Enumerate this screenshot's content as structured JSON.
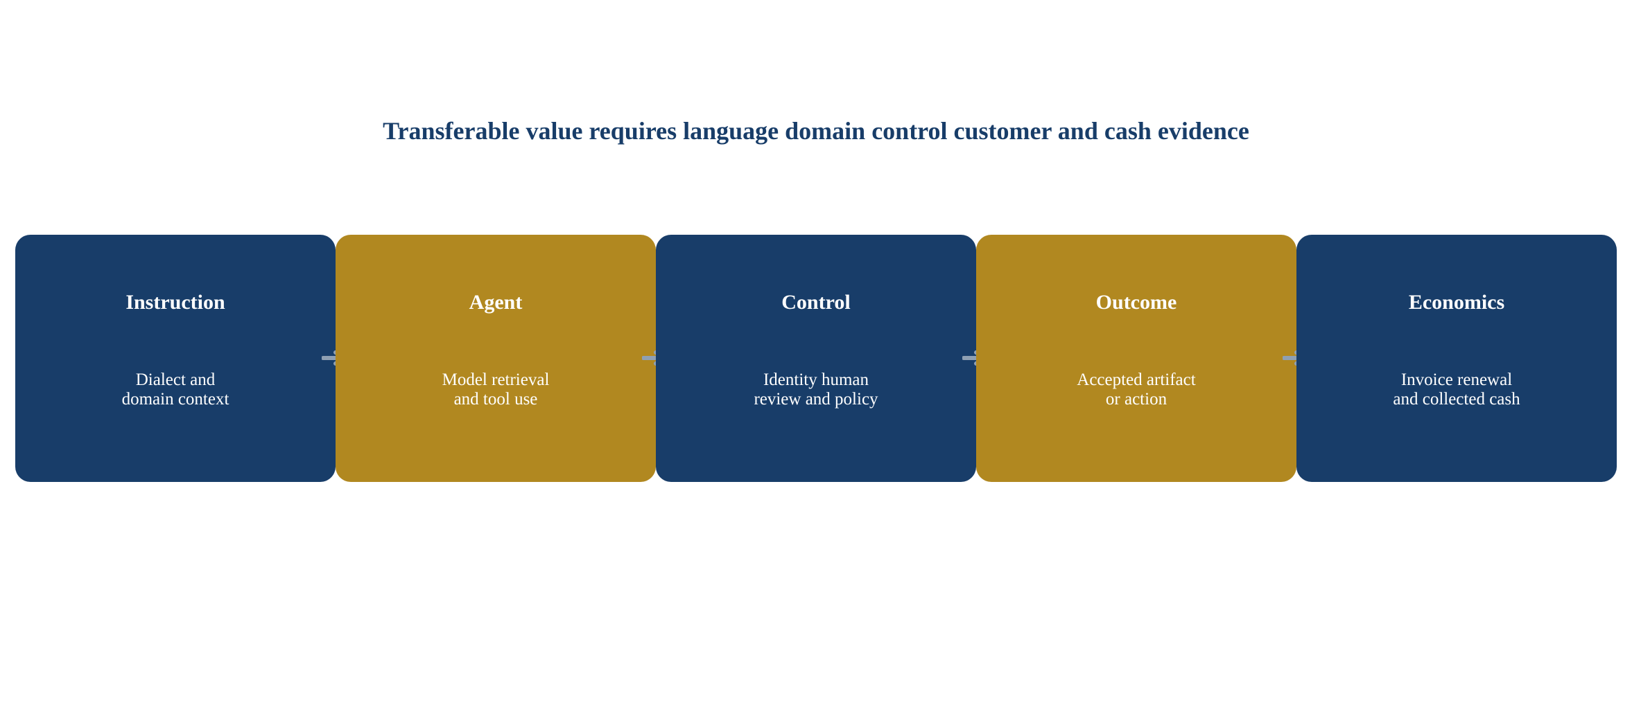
{
  "diagram": {
    "title": "Transferable value requires language domain control customer and cash evidence",
    "steps": [
      {
        "label": "Instruction",
        "description": "Dialect and\ndomain context",
        "color": "#183d69"
      },
      {
        "label": "Agent",
        "description": "Model retrieval\nand tool use",
        "color": "#b18820"
      },
      {
        "label": "Control",
        "description": "Identity human\nreview and policy",
        "color": "#183d69"
      },
      {
        "label": "Outcome",
        "description": "Accepted artifact\nor action",
        "color": "#b18820"
      },
      {
        "label": "Economics",
        "description": "Invoice renewal\nand collected cash",
        "color": "#183d69"
      }
    ],
    "arrow_color": "#8fa0b3"
  }
}
